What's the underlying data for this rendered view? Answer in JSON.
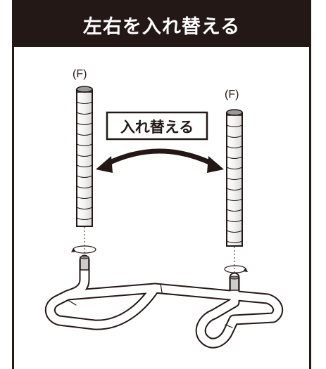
{
  "header": {
    "title": "左右を入れ替える"
  },
  "illustration": {
    "left_pole_label": "(F)",
    "right_pole_label": "(F)",
    "swap_label": "入れ替える"
  },
  "colors": {
    "ink": "#231815",
    "background": "#ffffff"
  }
}
